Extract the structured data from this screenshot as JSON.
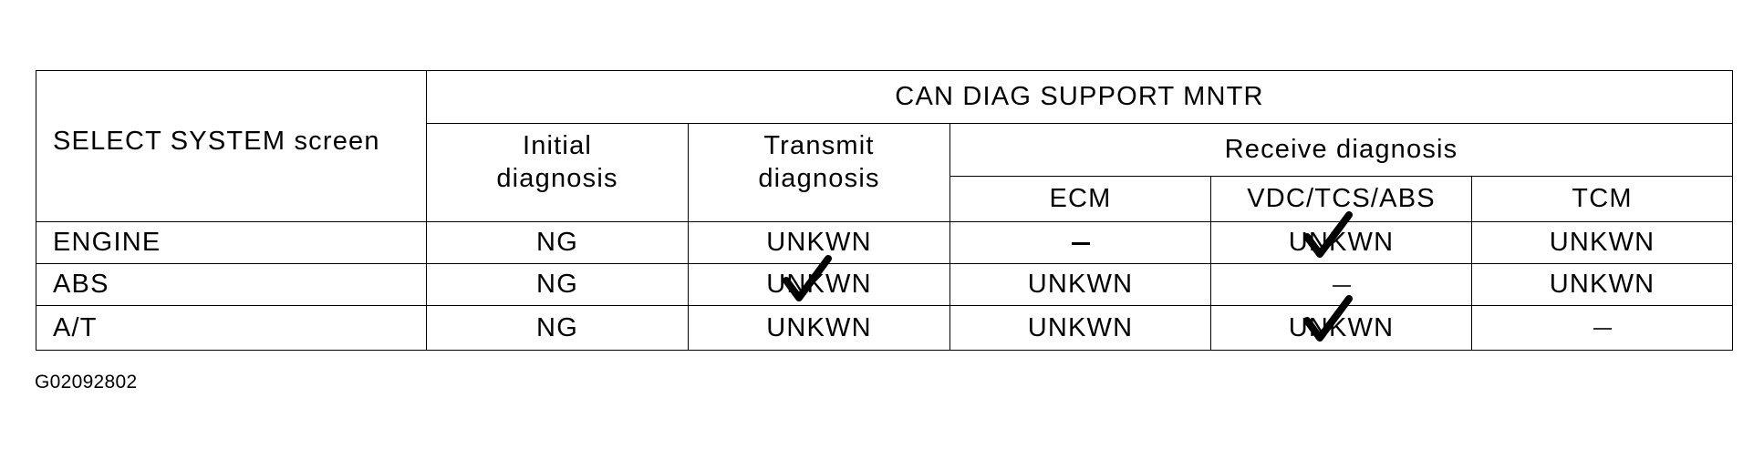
{
  "table": {
    "corner_label": "SELECT SYSTEM screen",
    "group_header": "CAN DIAG SUPPORT MNTR",
    "initial_label": "Initial diagnosis",
    "transmit_label": "Transmit diagnosis",
    "receive_label": "Receive diagnosis",
    "receive_columns": [
      "ECM",
      "VDC/TCS/ABS",
      "TCM"
    ],
    "rows": [
      {
        "system": "ENGINE",
        "initial": "NG",
        "transmit": "UNKWN",
        "ecm": "–",
        "vdc": "UNKWN",
        "tcm": "UNKWN",
        "checked_column": "vdc"
      },
      {
        "system": "ABS",
        "initial": "NG",
        "transmit": "UNKWN",
        "ecm": "UNKWN",
        "vdc": "–",
        "tcm": "UNKWN",
        "checked_column": "transmit"
      },
      {
        "system": "A/T",
        "initial": "NG",
        "transmit": "UNKWN",
        "ecm": "UNKWN",
        "vdc": "UNKWN",
        "tcm": "–",
        "checked_column": "vdc"
      }
    ]
  },
  "figure_id": "G02092802"
}
